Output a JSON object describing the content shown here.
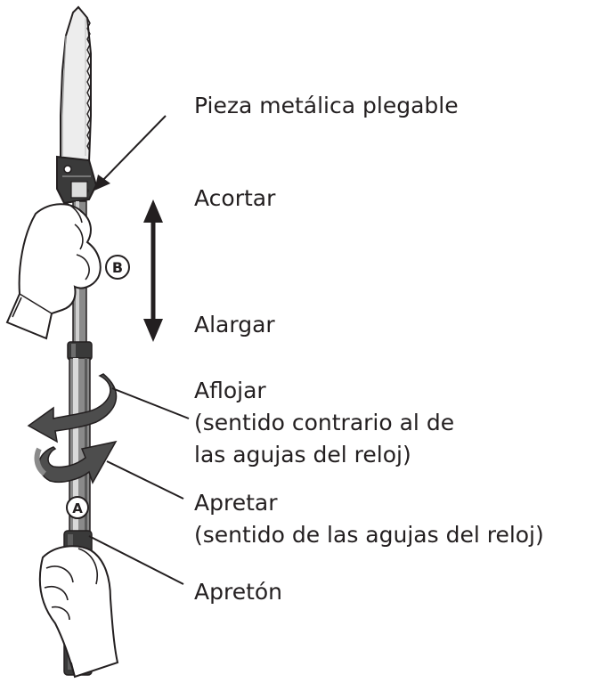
{
  "labels": {
    "folding_metal_piece": "Pieza metálica plegable",
    "shorten": "Acortar",
    "lengthen": "Alargar",
    "loosen": "Aflojar",
    "loosen_detail_1": "(sentido contrario al de",
    "loosen_detail_2": " las agujas del reloj)",
    "tighten": "Apretar",
    "tighten_detail": "(sentido de las agujas del reloj)",
    "grip": "Apretón"
  },
  "markers": {
    "a": "A",
    "b": "B"
  },
  "colors": {
    "ink": "#231f20",
    "pole_dark": "#3a3a3a",
    "pole_mid": "#8a8a8a",
    "pole_light": "#d9d9d9",
    "rotation_arrow": "#4d4d4d",
    "glove": "#ffffff"
  }
}
